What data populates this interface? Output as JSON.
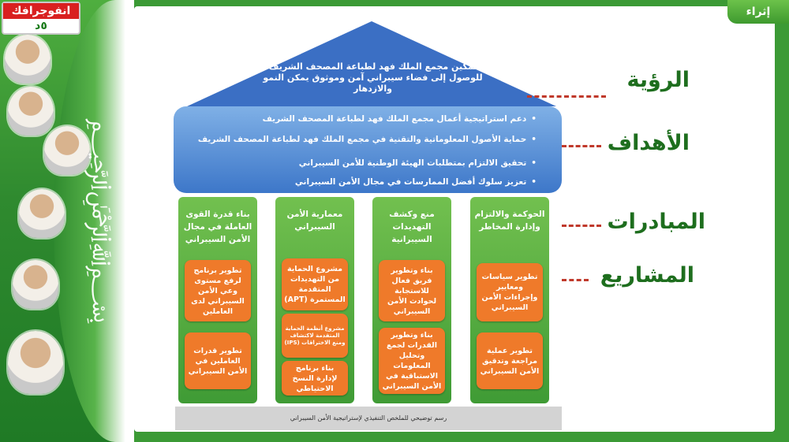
{
  "badge": {
    "title": "انفوجرافك",
    "code": "٥د"
  },
  "tab": {
    "label": "إثراء"
  },
  "vision": "تمكين مجمع الملك فهد لطباعة المصحف الشريف للوصول إلى فضاء سيبراني آمن وموثوق يمكن النمو والازدهار",
  "goals": [
    "دعم استراتيجية أعمال مجمع الملك فهد لطباعة المصحف الشريف",
    "حماية الأصول المعلوماتية والتقنية في مجمع الملك فهد لطباعة المصحف الشريف",
    "تحقيق الالتزام بمتطلبات الهيئة الوطنية للأمن السيبراني",
    "تعزيز سلوك أفضل الممارسات في مجال الأمن السيبراني"
  ],
  "pillars": [
    {
      "title": "بناء قدرة القوى العاملة في مجال الأمن السيبراني",
      "projects": [
        "تطوير برنامج لرفع مستوى وعي الأمن السيبراني لدى العاملين",
        "تطوير قدرات العاملين في الأمن السيبراني"
      ]
    },
    {
      "title": "معمارية الأمن السيبراني",
      "projects": [
        "مشروع الحماية من التهديدات المتقدمة المستمرة (APT)",
        "مشروع أنظمة الحماية المتقدمة لاكتشاف ومنع الاختراقات (IPS)",
        "بناء برنامج لإدارة النسخ الاحتياطي"
      ]
    },
    {
      "title": "منع وكشف التهديدات السيبرانية",
      "projects": [
        "بناء وتطوير فريق فعال للاستجابة لحوادث الأمن السيبراني",
        "بناء وتطوير القدرات لجمع وتحليل المعلومات الاستباقية في الأمن السيبراني"
      ]
    },
    {
      "title": "الحوكمة والالتزام وإدارة المخاطر",
      "projects": [
        "تطوير سياسات ومعايير وإجراءات الأمن السيبراني",
        "تطوير عملية مراجعة وتدقيق الأمن السيبراني"
      ]
    }
  ],
  "caption": "رسم توضيحي للملخص التنفيذي لإستراتيجية الأمن السيبراني",
  "labels": {
    "vision": "الرؤية",
    "goals": "الأهداف",
    "initiatives": "المبادرات",
    "projects": "المشاريع"
  },
  "colors": {
    "roof": "#3b6fc4",
    "goals": "#5b93d8",
    "pillar": "#5aaf45",
    "project": "#ef7a2a",
    "label": "#1e6e1e",
    "dash": "#c0392b"
  }
}
